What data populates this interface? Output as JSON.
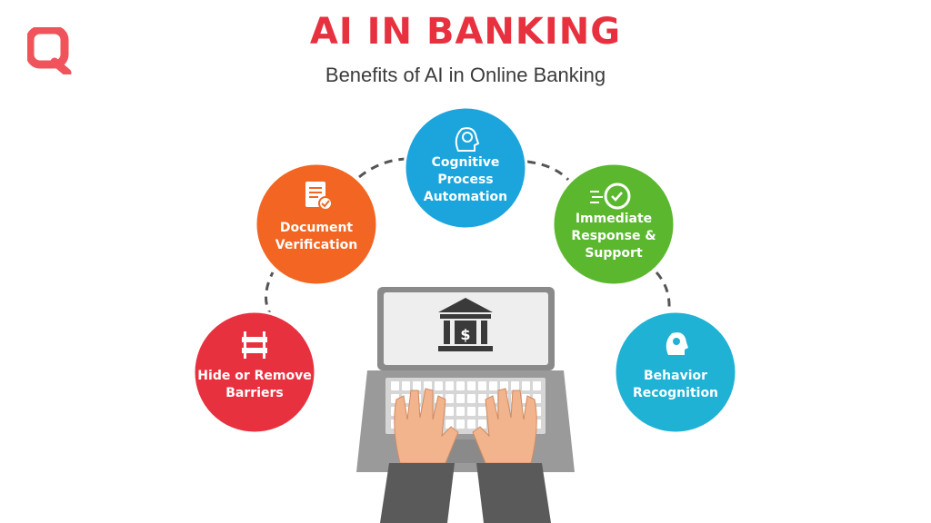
{
  "header": {
    "title": "AI IN BANKING",
    "subtitle": "Benefits of AI in Online Banking"
  },
  "brand": {
    "logo_icon": "q-logo-icon",
    "color": "#f0535b"
  },
  "nodes": [
    {
      "id": "barriers",
      "lines": [
        "Hide or Remove",
        "Barriers"
      ],
      "color": "#e8313f",
      "icon": "barrier-icon"
    },
    {
      "id": "document",
      "lines": [
        "Document",
        "Verification"
      ],
      "color": "#f26522",
      "icon": "clipboard-check-icon"
    },
    {
      "id": "cognitive",
      "lines": [
        "Cognitive",
        "Process",
        "Automation"
      ],
      "color": "#1ba5dc",
      "icon": "brain-head-icon"
    },
    {
      "id": "response",
      "lines": [
        "Immediate",
        "Response &",
        "Support"
      ],
      "color": "#5bb82e",
      "icon": "stopwatch-check-icon"
    },
    {
      "id": "behavior",
      "lines": [
        "Behavior",
        "Recognition"
      ],
      "color": "#1fb2d4",
      "icon": "head-gear-icon"
    }
  ],
  "center": {
    "icon": "laptop-bank-icon",
    "screen_icon": "bank-dollar-icon"
  }
}
